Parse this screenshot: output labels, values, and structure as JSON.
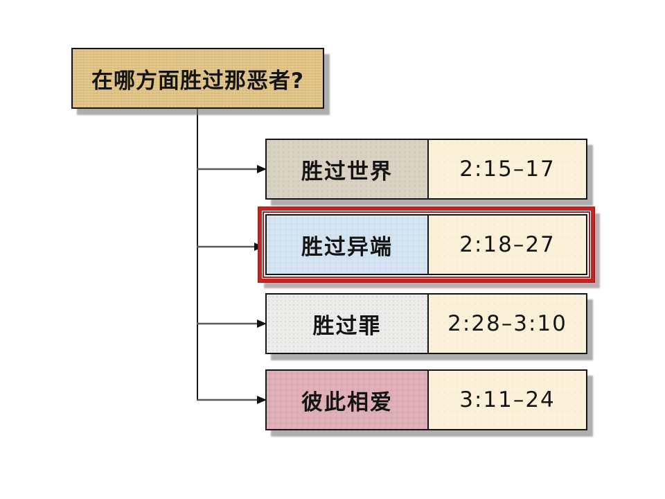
{
  "slide": {
    "title": "在哪方面胜过那恶者?",
    "rows": [
      {
        "label": "胜过世界",
        "verses": "2:15–17",
        "highlighted": false
      },
      {
        "label": "胜过异端",
        "verses": "2:18–27",
        "highlighted": true
      },
      {
        "label": "胜过罪",
        "verses": "2:28–3:10",
        "highlighted": false
      },
      {
        "label": "彼此相爱",
        "verses": "3:11–24",
        "highlighted": false
      }
    ],
    "colors": {
      "title_bg": "#e3c88d",
      "world_bg": "#d8d2c2",
      "heresy_bg": "#d4e3f1",
      "sin_bg": "#ececea",
      "love_bg": "#dfb0b8",
      "verse_bg": "#faf1d8",
      "highlight_red": "#c42424",
      "border_black": "#141414",
      "shadow_gray": "#b3b3b3",
      "connector_gray": "#595959"
    }
  }
}
